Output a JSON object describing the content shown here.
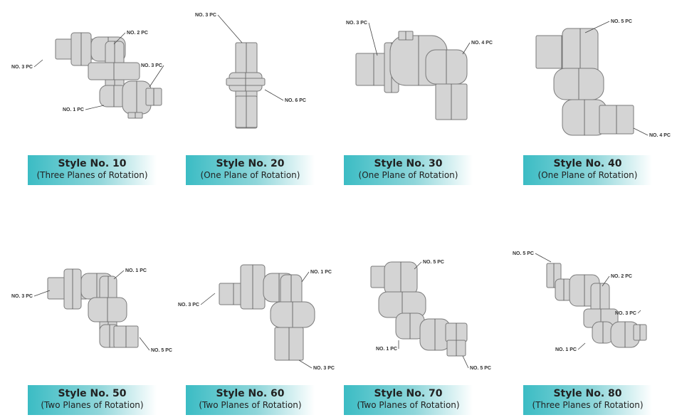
{
  "styles": [
    {
      "title": "Style No. 10",
      "subtitle": "(Three Planes of Rotation)",
      "labels": [
        "NO. 2 PC",
        "NO. 3 PC",
        "NO. 3 PC",
        "NO. 1 PC"
      ]
    },
    {
      "title": "Style No. 20",
      "subtitle": "(One Plane of Rotation)",
      "labels": [
        "NO. 3 PC",
        "NO. 6 PC"
      ]
    },
    {
      "title": "Style No. 30",
      "subtitle": "(One Plane of Rotation)",
      "labels": [
        "NO. 3 PC",
        "NO. 4 PC"
      ]
    },
    {
      "title": "Style No. 40",
      "subtitle": "(One Plane of Rotation)",
      "labels": [
        "NO. 5 PC",
        "NO. 4 PC"
      ]
    },
    {
      "title": "Style No. 50",
      "subtitle": "(Two Planes of Rotation)",
      "labels": [
        "NO. 1 PC",
        "NO. 3 PC",
        "NO. 5 PC"
      ]
    },
    {
      "title": "Style No. 60",
      "subtitle": "(Two Planes of Rotation)",
      "labels": [
        "NO. 1 PC",
        "NO. 3 PC",
        "NO. 3 PC"
      ]
    },
    {
      "title": "Style No. 70",
      "subtitle": "(Two Planes of Rotation)",
      "labels": [
        "NO. 5 PC",
        "NO. 1 PC",
        "NO. 5 PC"
      ]
    },
    {
      "title": "Style No. 80",
      "subtitle": "(Three Planes of Rotation)",
      "labels": [
        "NO. 5 PC",
        "NO. 2 PC",
        "NO. 3 PC",
        "NO. 1 PC"
      ]
    }
  ],
  "colors": {
    "caption_gradient_start": "#3bbcc4",
    "caption_gradient_end": "#ffffff",
    "pipe": "#d4d4d4"
  }
}
